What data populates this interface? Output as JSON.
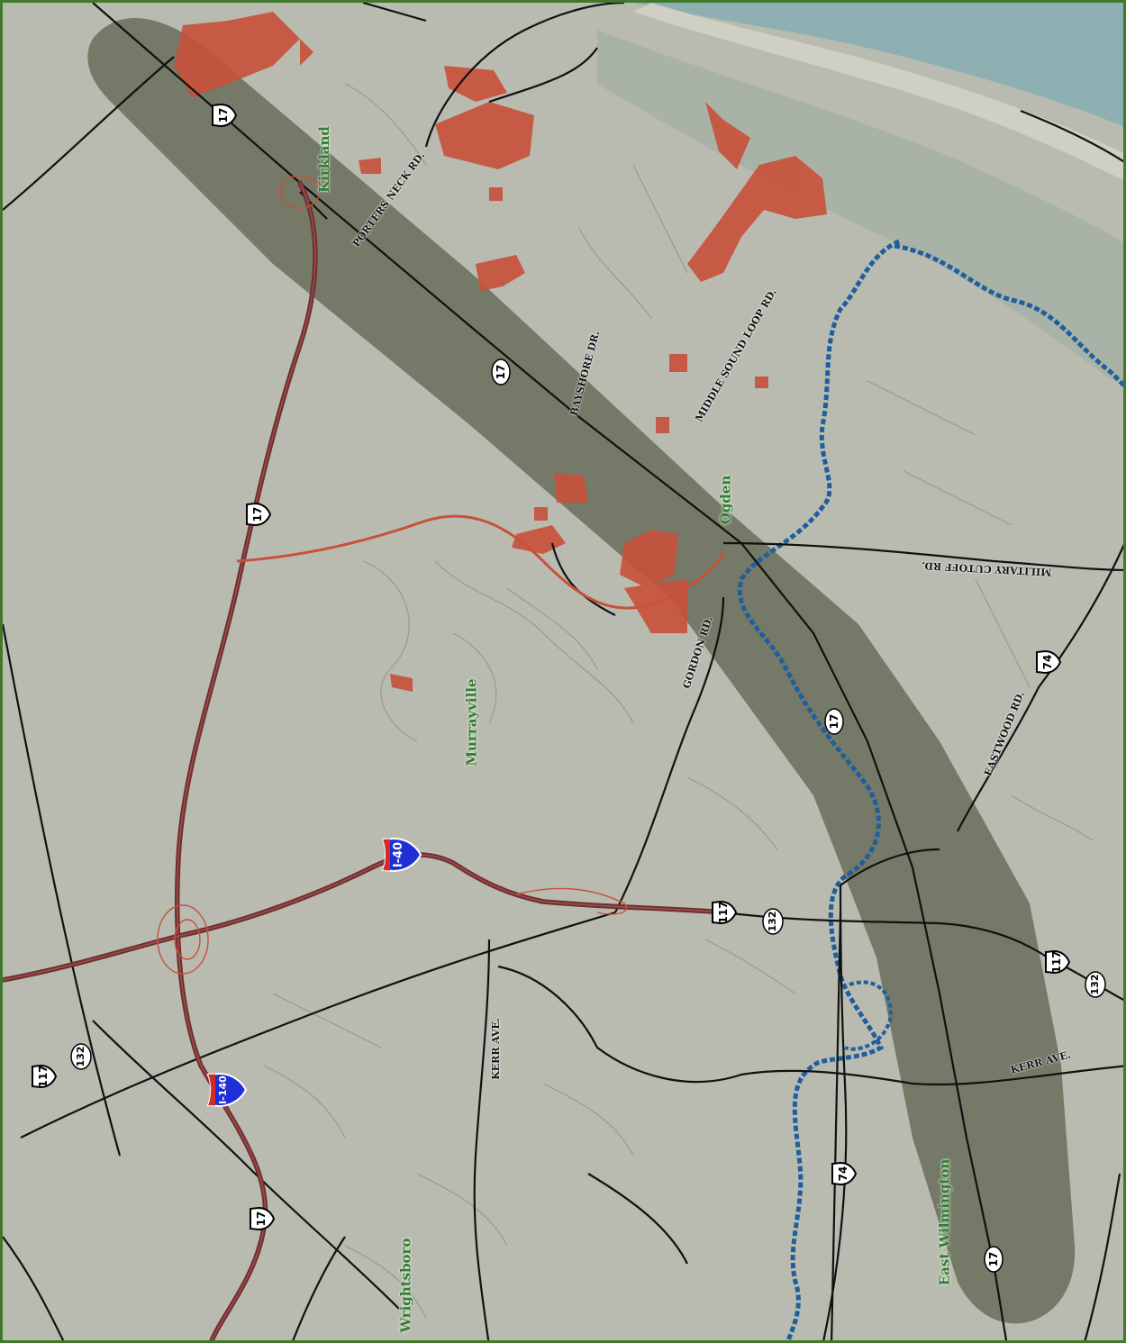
{
  "colors": {
    "frame": "#3f7a2c",
    "land": "#b9bbb1",
    "corridor": "#6f7361",
    "development": "#c9503a",
    "roads": "#111111",
    "highway": "#6e2f30",
    "water": "#8fb0b3",
    "creek": "#1f5f9c",
    "place_labels": "#2e7d32",
    "interstate_shield": "#1f2fd6"
  },
  "place_labels": {
    "kirkland": "Kirkland",
    "ogden": "Ogden",
    "murrayville": "Murrayville",
    "wrightsboro": "Wrightsboro",
    "east_wilmington": "East Wilmington"
  },
  "road_labels": {
    "porters_neck": "PORTERS NECK RD.",
    "bayshore": "BAYSHORE DR.",
    "middle_sound": "MIDDLE SOUND LOOP RD.",
    "military_cutoff": "MILITARY CUTOFF RD.",
    "gordon": "GORDON RD.",
    "eastwood": "EASTWOOD RD.",
    "kerr_west": "KERR AVE.",
    "kerr_east": "KERR AVE."
  },
  "shields": {
    "us17_north": "17",
    "us17_mid": "17",
    "us17_bypass": "17",
    "us17_east": "17",
    "us17_south": "17",
    "us17_bypass_south": "17",
    "us74_east": "74",
    "us74_south": "74",
    "us117_mid": "117",
    "nc132_mid": "132",
    "us117_east": "117",
    "nc132_east": "132",
    "us117_west": "117",
    "nc132_west": "132",
    "i40": "I-40",
    "i140": "I-140"
  },
  "icons": {
    "us_route_shield": "us-route-shield-icon",
    "state_route_oval": "nc-route-oval-icon",
    "interstate_shield": "interstate-shield-icon"
  }
}
